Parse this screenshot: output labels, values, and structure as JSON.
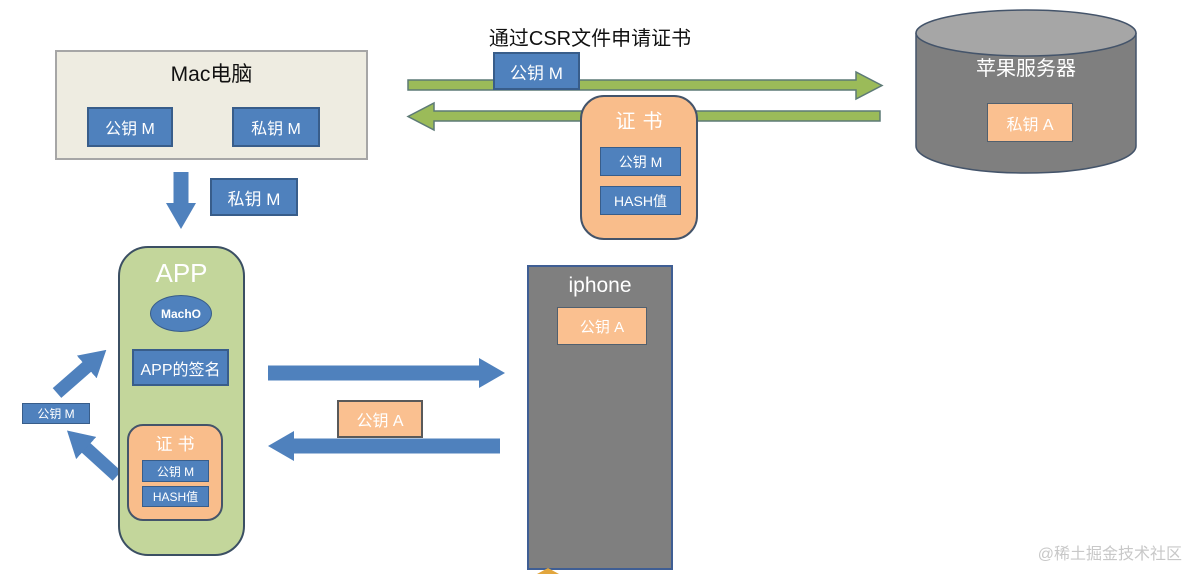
{
  "colors": {
    "node_blue": "#4f81bd",
    "node_blue_border": "#385d8a",
    "node_orange": "#fac090",
    "orange_round_border": "#44546a",
    "app_green": "#c3d69b",
    "arrow_green": "#9bbb59",
    "arrow_green_border": "#5d7a76",
    "arrow_blue": "#4f81bd",
    "server_gray": "#7f7f7f",
    "server_top_gray": "#a6a6a6",
    "mac_beige": "#eeece1",
    "watermark_gray": "#c8c8c8"
  },
  "caption": {
    "csr_request": "通过CSR文件申请证书"
  },
  "mac": {
    "title": "Mac电脑",
    "public_key": "公钥 M",
    "private_key": "私钥 M"
  },
  "floating": {
    "private_key_m": "私钥 M",
    "public_key_m_top": "公钥 M",
    "public_key_m_left": "公钥 M",
    "public_key_a_mid": "公钥 A"
  },
  "apple_server": {
    "title": "苹果服务器",
    "private_key": "私钥 A"
  },
  "certificate": {
    "title": "证书",
    "public_key": "公钥 M",
    "hash": "HASH值"
  },
  "app": {
    "title": "APP",
    "macho": "MachO",
    "signature": "APP的签名",
    "certificate": {
      "title": "证书",
      "public_key": "公钥 M",
      "hash": "HASH值"
    }
  },
  "iphone": {
    "title": "iphone",
    "public_key": "公钥 A"
  },
  "watermark": "@稀土掘金技术社区"
}
